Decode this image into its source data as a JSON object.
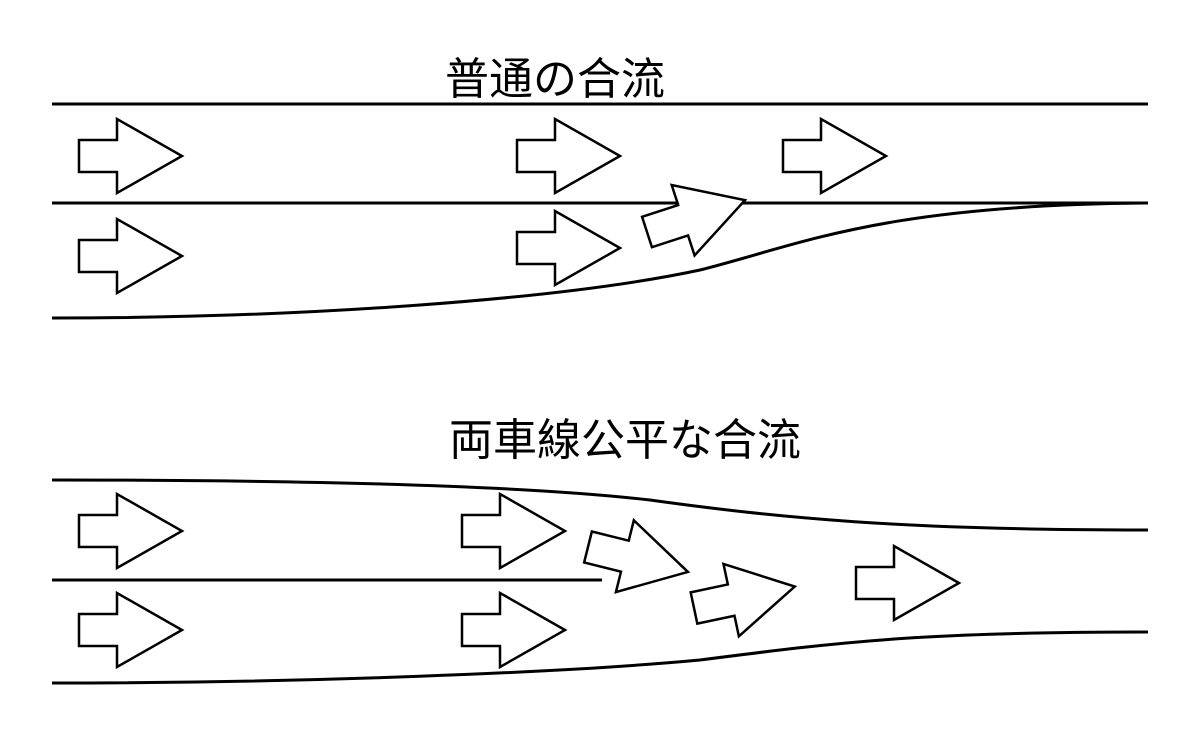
{
  "diagram": {
    "line_color": "#000000",
    "background": "#ffffff",
    "panels": [
      {
        "id": "normal",
        "title": "普通の合流"
      },
      {
        "id": "fair",
        "title": "両車線公平な合流"
      }
    ],
    "arrow_icon": "right-arrow-icon"
  }
}
